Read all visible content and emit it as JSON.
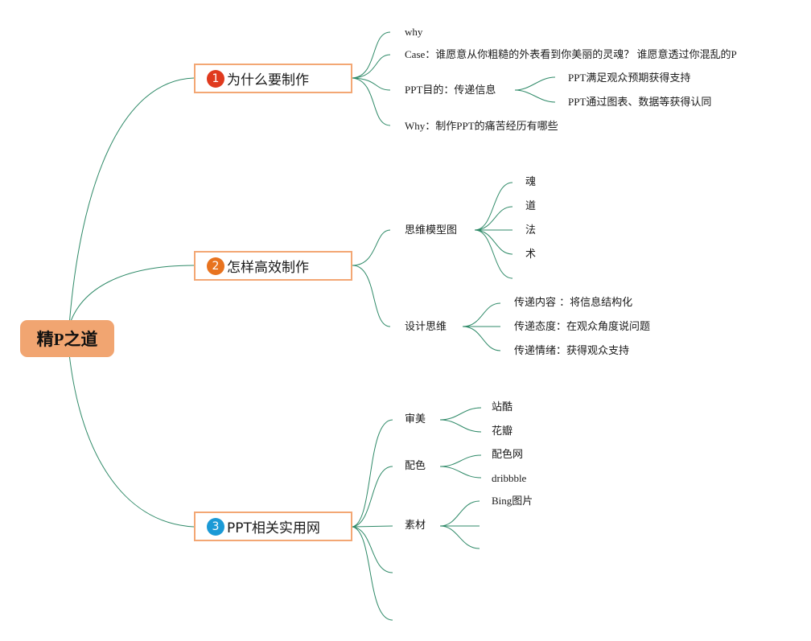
{
  "root": {
    "label": "精P之道"
  },
  "branches": [
    {
      "number": "1",
      "badge_color": "#e03a1e",
      "label": "为什么要制作",
      "children": [
        {
          "label": "why"
        },
        {
          "label": "Case：谁愿意从你粗糙的外表看到你美丽的灵魂？ 谁愿意透过你混乱的P"
        },
        {
          "label": "PPT目的：传递信息",
          "children": [
            {
              "label": "PPT满足观众预期获得支持"
            },
            {
              "label": "PPT通过图表、数据等获得认同"
            }
          ]
        },
        {
          "label": "Why：制作PPT的痛苦经历有哪些"
        }
      ]
    },
    {
      "number": "2",
      "badge_color": "#e8731f",
      "label": "怎样高效制作",
      "children": [
        {
          "label": "思维模型图",
          "children": [
            {
              "label": "魂"
            },
            {
              "label": "道"
            },
            {
              "label": "法"
            },
            {
              "label": "术"
            },
            {
              "label": ""
            }
          ]
        },
        {
          "label": "设计思维",
          "children": [
            {
              "label": "传递内容 ：将信息结构化"
            },
            {
              "label": "传递态度：在观众角度说问题"
            },
            {
              "label": "传递情绪：获得观众支持"
            }
          ]
        }
      ]
    },
    {
      "number": "3",
      "badge_color": "#1b9ad6",
      "label": "PPT相关实用网",
      "children": [
        {
          "label": "审美",
          "children": [
            {
              "label": "站酷"
            },
            {
              "label": "花瓣"
            }
          ]
        },
        {
          "label": "配色",
          "children": [
            {
              "label": "配色网"
            },
            {
              "label": "dribbble"
            }
          ]
        },
        {
          "label": "素材",
          "children": [
            {
              "label": "Bing图片"
            },
            {
              "label": ""
            },
            {
              "label": ""
            }
          ]
        },
        {
          "label": ""
        },
        {
          "label": ""
        }
      ]
    }
  ],
  "colors": {
    "connector": "#2f8a68",
    "root_fill": "#f1a571",
    "branch_border": "#f3a774"
  }
}
